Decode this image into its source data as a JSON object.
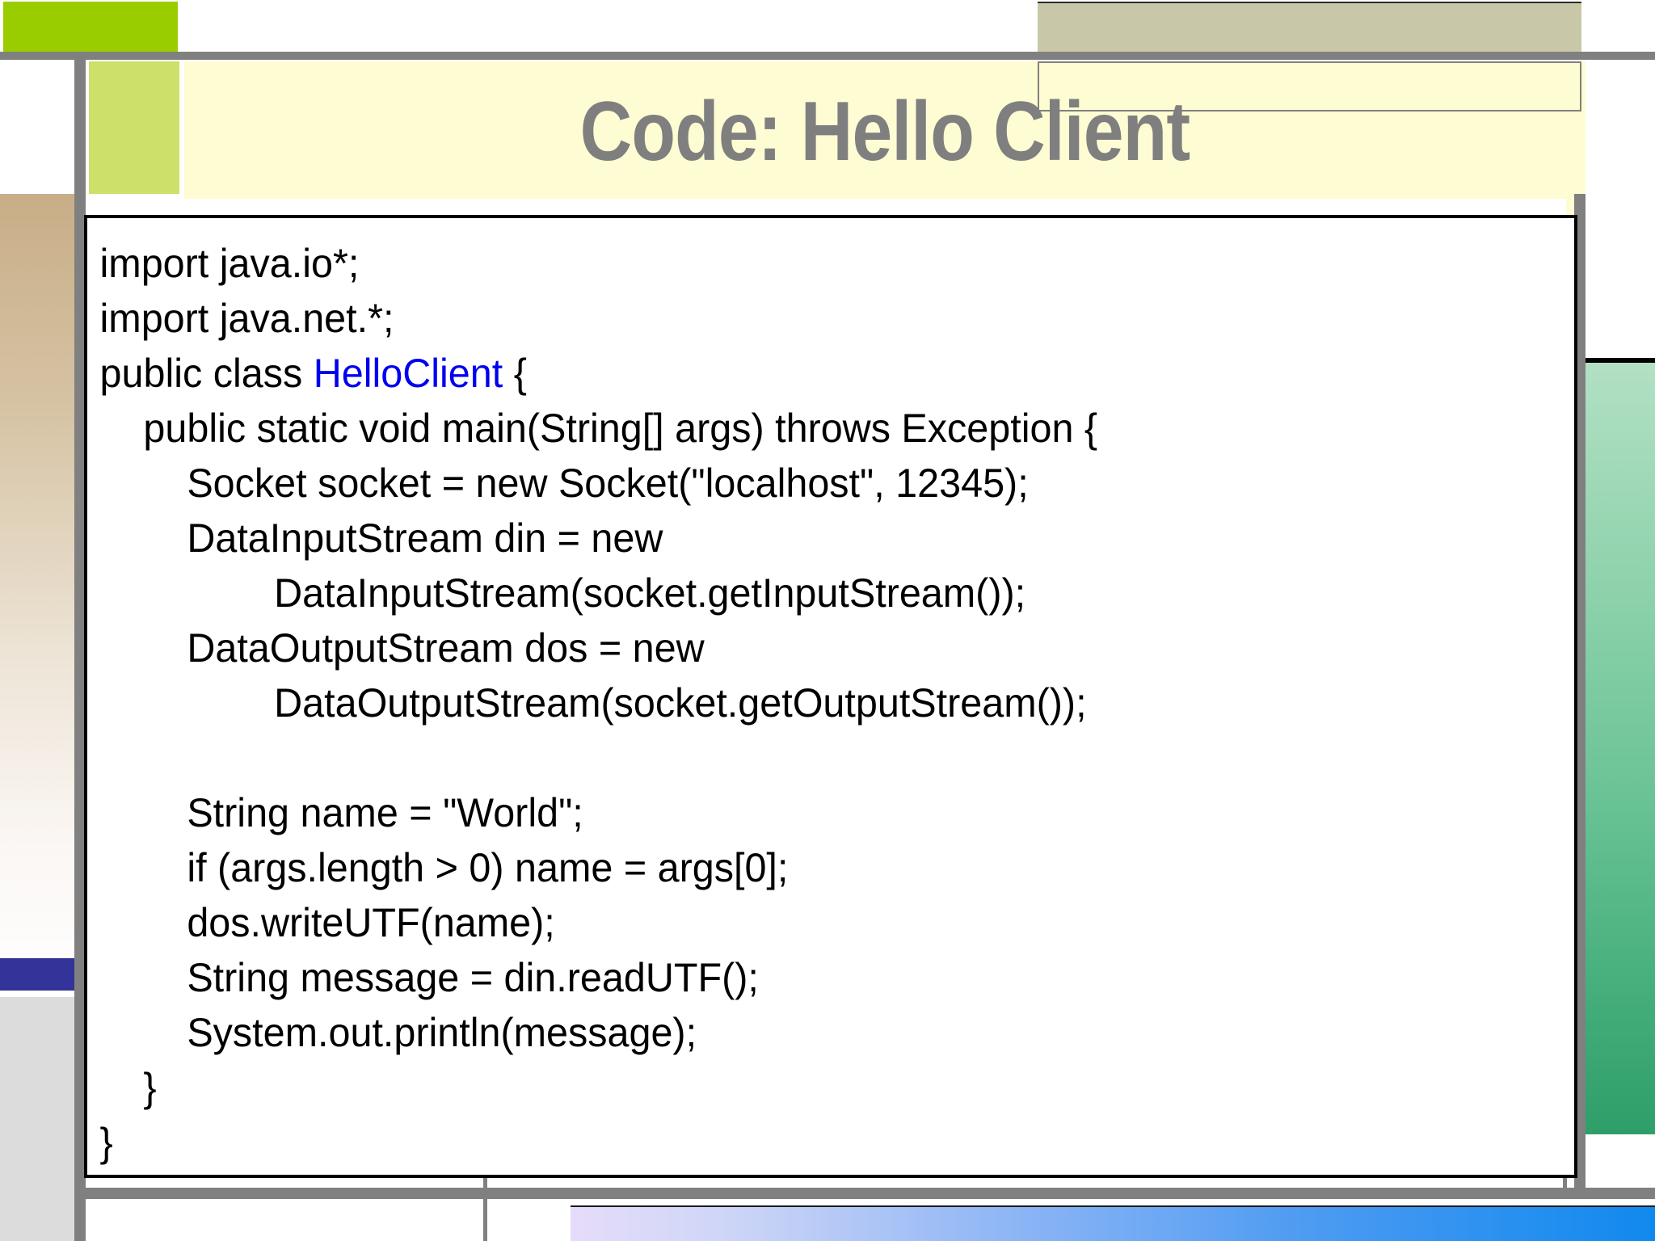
{
  "slide": {
    "title": "Code: Hello Client",
    "title_color": "#7F7F7F",
    "title_band_color": "#FEFCD2"
  },
  "decor": {
    "top_left_square_color": "#9ACD00",
    "top_khaki_block_color": "#C8C8A8",
    "second_row_green_color": "#CCE06A",
    "left_gradient_from": "#C8AE87",
    "left_gradient_to": "#FEFDFD",
    "left_blue_bar_color": "#333399",
    "left_gray_block_color": "#DCDCDC",
    "right_green_from": "#B2E0C4",
    "right_green_to": "#2F9E68",
    "bottom_bar_from": "#E6DCFA",
    "bottom_bar_to": "#1089EE",
    "rule_color": "#808080"
  },
  "code": {
    "language": "java",
    "class_name": "HelloClient",
    "highlight_color": "#0000EE",
    "lines": [
      "import java.io*;",
      "import java.net.*;",
      "public class ",
      " {",
      "    public static void main(String[] args) throws Exception {",
      "        Socket socket = new Socket(\"localhost\", 12345);",
      "        DataInputStream din = new",
      "                DataInputStream(socket.getInputStream());",
      "        DataOutputStream dos = new",
      "                DataOutputStream(socket.getOutputStream());",
      "",
      "        String name = \"World\";",
      "        if (args.length > 0) name = args[0];",
      "        dos.writeUTF(name);",
      "        String message = din.readUTF();",
      "        System.out.println(message);",
      "    }",
      "}"
    ],
    "segments": {
      "l1": "import java.io*;",
      "l2": "import java.net.*;",
      "l3a": "public class ",
      "l3b": "HelloClient",
      "l3c": " {",
      "l4": "    public static void main(String[] args) throws Exception {",
      "l5": "        Socket socket = new Socket(\"localhost\", 12345);",
      "l6": "        DataInputStream din = new",
      "l7": "                DataInputStream(socket.getInputStream());",
      "l8": "        DataOutputStream dos = new",
      "l9": "                DataOutputStream(socket.getOutputStream());",
      "l10": "        String name = \"World\";",
      "l11": "        if (args.length > 0) name = args[0];",
      "l12": "        dos.writeUTF(name);",
      "l13": "        String message = din.readUTF();",
      "l14": "        System.out.println(message);",
      "l15": "    }",
      "l16": "}"
    }
  }
}
